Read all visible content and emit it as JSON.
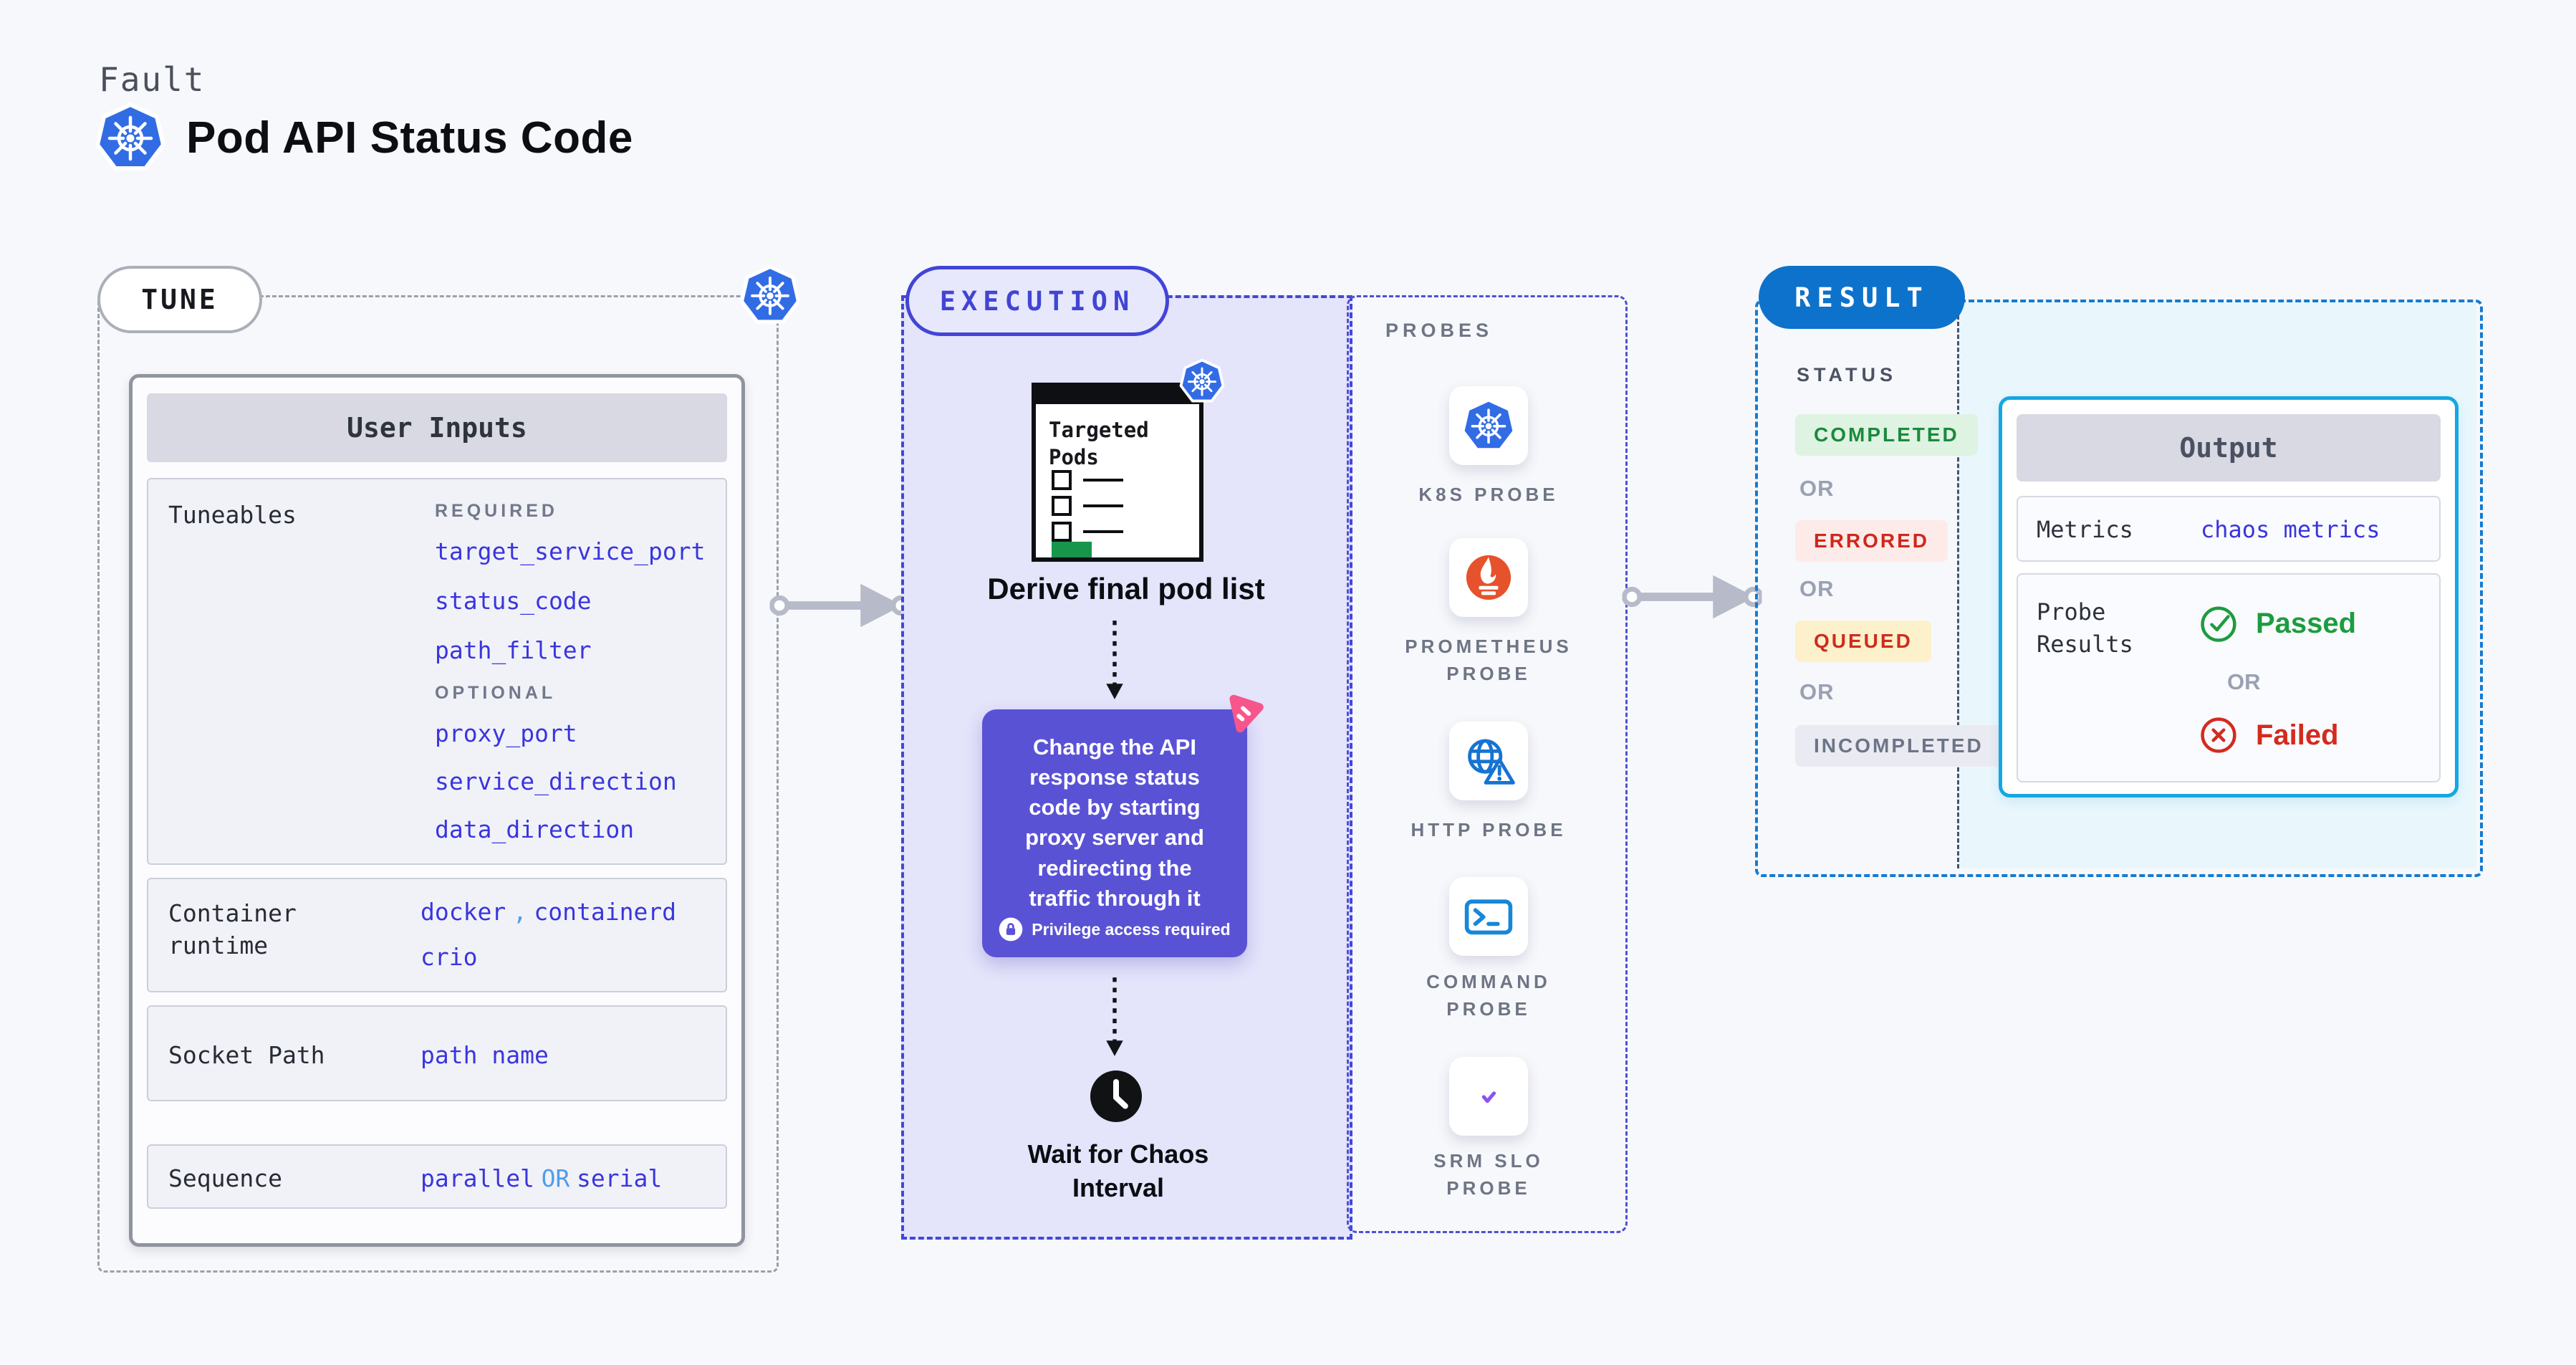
{
  "header": {
    "eyebrow": "Fault",
    "title": "Pod API Status Code"
  },
  "icons": {
    "kubernetes": "blue-heptagon-helm-wheel",
    "prometheus": "orange-flame-torch",
    "http": "globe-alert",
    "command": "terminal-window",
    "srm_slo": "purple-pie-check",
    "clock": "black-clock",
    "lock": "white-lock-circle",
    "chaos_agent": "pink-triangle-logo",
    "passed": "green-check-circle",
    "failed": "red-x-circle"
  },
  "tune": {
    "label": "TUNE",
    "panel_title": "User Inputs",
    "tuneables": {
      "label": "Tuneables",
      "required_label": "REQUIRED",
      "required": [
        "target_service_port",
        "status_code",
        "path_filter"
      ],
      "optional_label": "OPTIONAL",
      "optional": [
        "proxy_port",
        "service_direction",
        "data_direction"
      ]
    },
    "runtime": {
      "label": "Container runtime",
      "value1": "docker",
      "separator": ",",
      "value2": "containerd",
      "value3": "crio"
    },
    "socket": {
      "label": "Socket Path",
      "value": "path name"
    },
    "sequence": {
      "label": "Sequence",
      "value1": "parallel",
      "or": "OR",
      "value2": "serial"
    }
  },
  "execution": {
    "label": "EXECUTION",
    "pod_list_title": "Targeted Pods",
    "step1": "Derive final pod list",
    "action": "Change the API response status code by starting proxy server and redirecting the traffic through it",
    "privilege": "Privilege access required",
    "step2": "Wait for Chaos Interval"
  },
  "probes": {
    "label": "PROBES",
    "items": [
      {
        "name": "K8S PROBE",
        "icon": "kubernetes"
      },
      {
        "name": "PROMETHEUS PROBE",
        "icon": "prometheus"
      },
      {
        "name": "HTTP PROBE",
        "icon": "http"
      },
      {
        "name": "COMMAND PROBE",
        "icon": "command"
      },
      {
        "name": "SRM SLO PROBE",
        "icon": "srm_slo"
      }
    ]
  },
  "result": {
    "label": "RESULT",
    "status_label": "STATUS",
    "or_label": "OR",
    "statuses": {
      "completed": {
        "text": "COMPLETED",
        "fg": "#1a8a3d",
        "bg": "#def3e1"
      },
      "errored": {
        "text": "ERRORED",
        "fg": "#cf271d",
        "bg": "#fcebe9"
      },
      "queued": {
        "text": "QUEUED",
        "fg": "#ce2c1e",
        "bg": "#fdf1cb"
      },
      "incompleted": {
        "text": "INCOMPLETED",
        "fg": "#6d7487",
        "bg": "#eaebf2"
      }
    },
    "output": {
      "title": "Output",
      "metrics_label": "Metrics",
      "metrics_value": "chaos metrics",
      "probe_results_label": "Probe Results",
      "passed": "Passed",
      "passed_color": "#1d9c3f",
      "or_label": "OR",
      "failed": "Failed",
      "failed_color": "#d42a1e"
    }
  }
}
